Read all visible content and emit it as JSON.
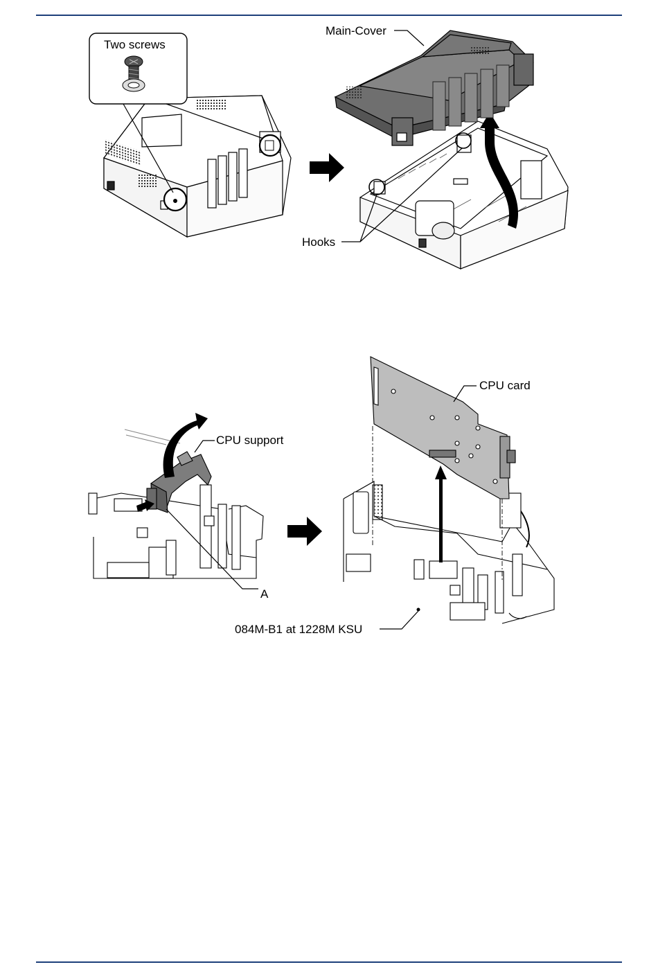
{
  "figure1": {
    "callout_label": "Two screws",
    "cover_label": "Main-Cover",
    "hooks_label": "Hooks"
  },
  "figure2": {
    "support_label": "CPU support",
    "a_label": "A",
    "card_label": "CPU card",
    "ksu_label": "084M-B1 at 1228M KSU"
  }
}
